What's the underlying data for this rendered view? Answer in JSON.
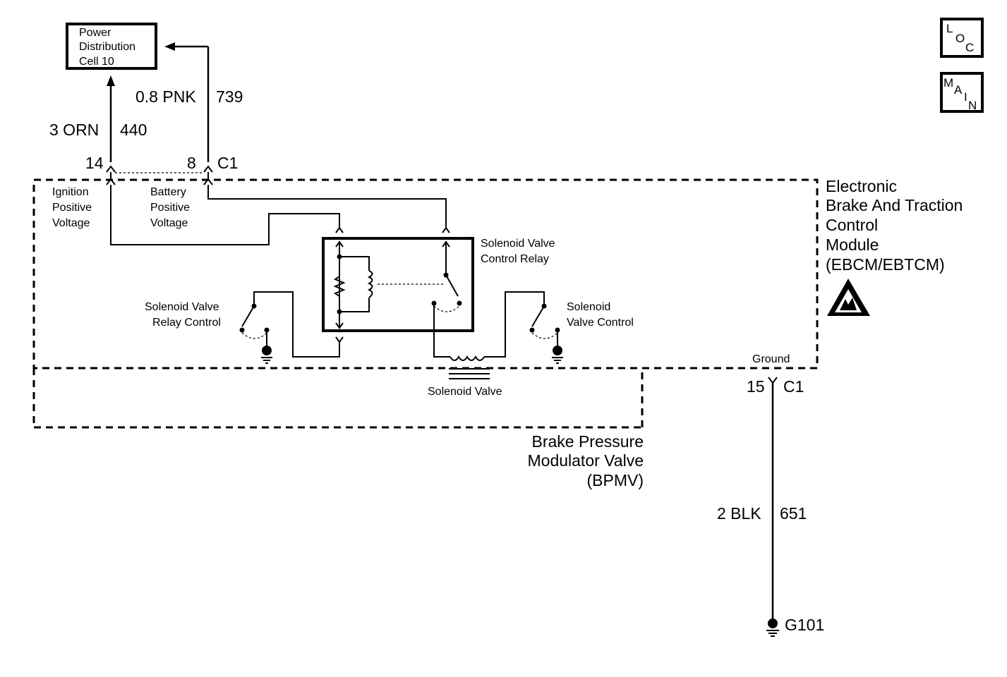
{
  "power_distribution": {
    "line1": "Power",
    "line2": "Distribution",
    "line3": "Cell 10"
  },
  "wires": {
    "orn": {
      "gauge_color": "3 ORN",
      "circuit": "440"
    },
    "pnk": {
      "gauge_color": "0.8 PNK",
      "circuit": "739"
    },
    "blk": {
      "gauge_color": "2 BLK",
      "circuit": "651"
    }
  },
  "connector_top": {
    "pin_a": "14",
    "pin_b": "8",
    "name": "C1"
  },
  "connector_ground": {
    "pin": "15",
    "name": "C1",
    "label": "Ground"
  },
  "inputs": {
    "ignition": {
      "line1": "Ignition",
      "line2": "Positive",
      "line3": "Voltage"
    },
    "battery": {
      "line1": "Battery",
      "line2": "Positive",
      "line3": "Voltage"
    }
  },
  "relay": {
    "line1": "Solenoid Valve",
    "line2": "Control Relay"
  },
  "relay_control": {
    "line1": "Solenoid Valve",
    "line2": "Relay Control"
  },
  "valve_control": {
    "line1": "Solenoid",
    "line2": "Valve Control"
  },
  "solenoid_valve": "Solenoid Valve",
  "ebcm": {
    "line1": "Electronic",
    "line2": "Brake And Traction",
    "line3": "Control",
    "line4": "Module",
    "line5": "(EBCM/EBTCM)"
  },
  "bpmv": {
    "line1": "Brake Pressure",
    "line2": "Modulator Valve",
    "line3": "(BPMV)"
  },
  "ground_point": "G101",
  "nav": {
    "loc": {
      "l1": "L",
      "l2": "O",
      "l3": "C"
    },
    "main": {
      "l1": "M",
      "l2": "A",
      "l3": "I",
      "l4": "N"
    }
  }
}
